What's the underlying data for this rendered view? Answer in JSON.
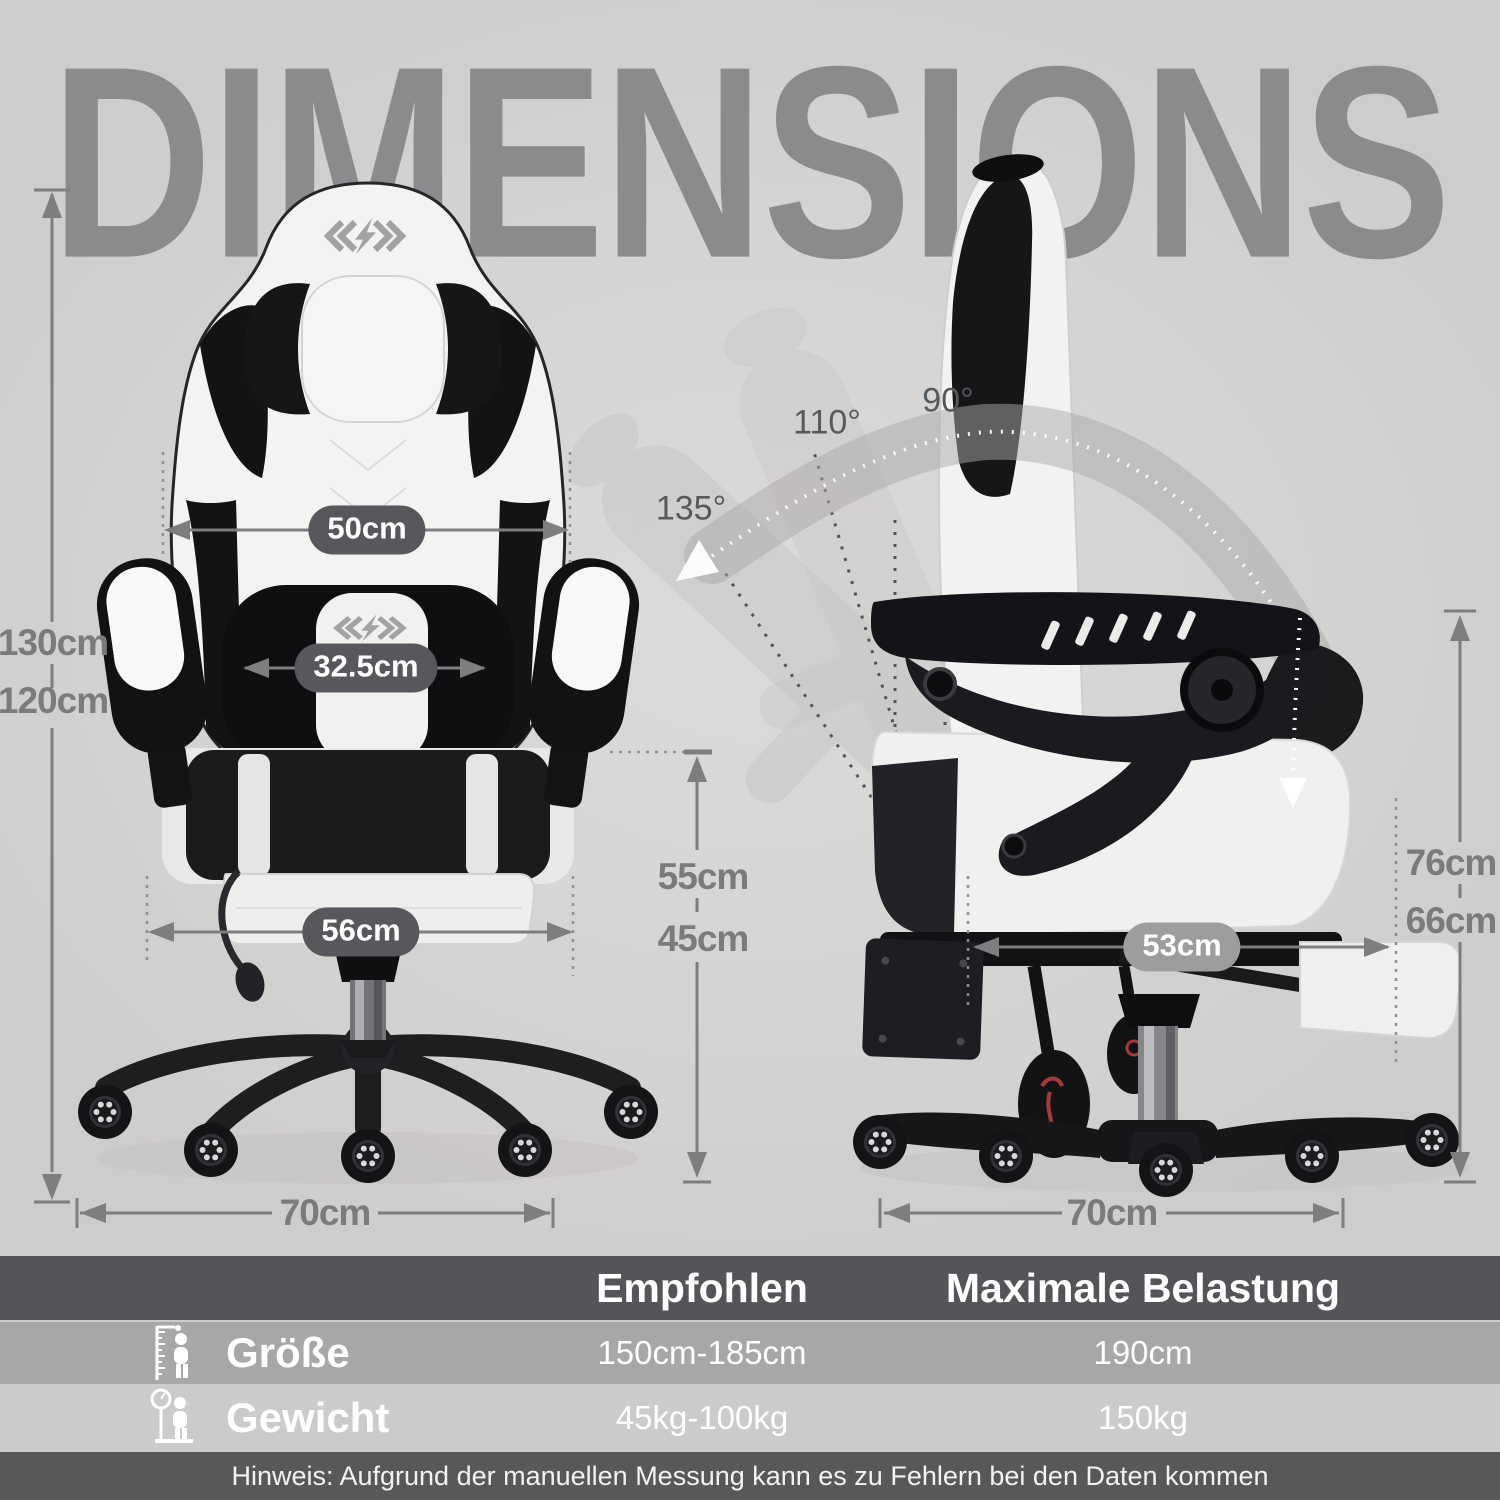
{
  "title": "DIMENSIONS",
  "front_view": {
    "height_max_label": "130cm",
    "height_min_label": "120cm",
    "backrest_width_label": "50cm",
    "lumbar_width_label": "32.5cm",
    "seat_width_label": "56cm",
    "seat_height_max_label": "55cm",
    "seat_height_min_label": "45cm",
    "base_width_label": "70cm"
  },
  "side_view": {
    "recline_angles": {
      "upright": "90°",
      "mid": "110°",
      "max": "135°"
    },
    "backrest_height_max_label": "76cm",
    "backrest_height_min_label": "66cm",
    "seat_depth_label": "53cm",
    "base_width_label": "70cm"
  },
  "spec_table": {
    "columns": {
      "recommended": "Empfohlen",
      "maximum": "Maximale Belastung"
    },
    "rows": [
      {
        "icon": "height-ruler-person-icon",
        "label": "Größe",
        "recommended": "150cm-185cm",
        "maximum": "190cm"
      },
      {
        "icon": "weight-scale-person-icon",
        "label": "Gewicht",
        "recommended": "45kg-100kg",
        "maximum": "150kg"
      }
    ],
    "note": "Hinweis: Aufgrund der manuellen Messung kann es zu Fehlern bei den Daten kommen"
  },
  "icons": {
    "brand_logo": "double-chevron-bolt-logo",
    "row1": "height-ruler-person-icon",
    "row2": "weight-scale-person-icon"
  },
  "colors": {
    "background": "#d6d4d2",
    "title_gray": "#8b8a8c",
    "dimension_gray": "#7b7a7d",
    "angle_gray": "#555a5f",
    "pill_dark": "#59575b",
    "pill_light": "#9e9c9e",
    "table_header_bg": "#565458",
    "table_row1_bg": "#a8a6a6",
    "table_row2_bg": "#cdcbca",
    "table_footer_bg": "#59575a",
    "chair_black": "#17171a",
    "chair_white": "#f4f3f2"
  }
}
